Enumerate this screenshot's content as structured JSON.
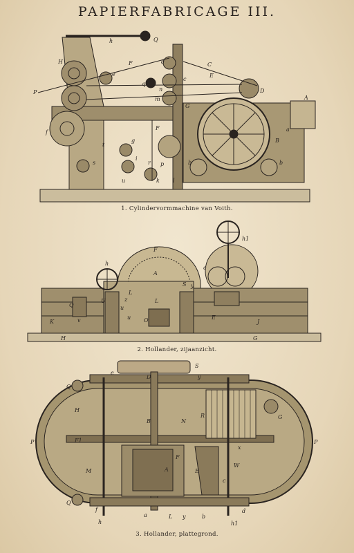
{
  "title": "PAPIERFABRICAGE III.",
  "figures": [
    {
      "caption": "1. Cylindervormmachine van Voith.",
      "labels": [
        "h",
        "Q",
        "H",
        "F",
        "d",
        "C",
        "E",
        "e",
        "q",
        "c",
        "n",
        "D",
        "A",
        "P",
        "m",
        "G",
        "F",
        "B",
        "a",
        "f",
        "g",
        "t",
        "s",
        "i",
        "r",
        "p",
        "b",
        "b",
        "k",
        "l",
        "u"
      ]
    },
    {
      "caption": "2. Hollander, zijaanzicht.",
      "labels": [
        "F",
        "h",
        "h1",
        "c",
        "A",
        "S",
        "y",
        "Q",
        "U",
        "L",
        "L",
        "z",
        "u",
        "v",
        "u",
        "O",
        "E",
        "K",
        "H",
        "G",
        "J"
      ]
    },
    {
      "caption": "3. Hollander, plattegrond.",
      "labels": [
        "S",
        "Q",
        "e",
        "D",
        "y",
        "H",
        "B",
        "N",
        "R",
        "G",
        "Q",
        "P",
        "P",
        "M",
        "A",
        "E",
        "W",
        "c",
        "a",
        "L",
        "y",
        "b",
        "d",
        "h",
        "h1",
        "f",
        "F",
        "F1",
        "x"
      ]
    }
  ]
}
